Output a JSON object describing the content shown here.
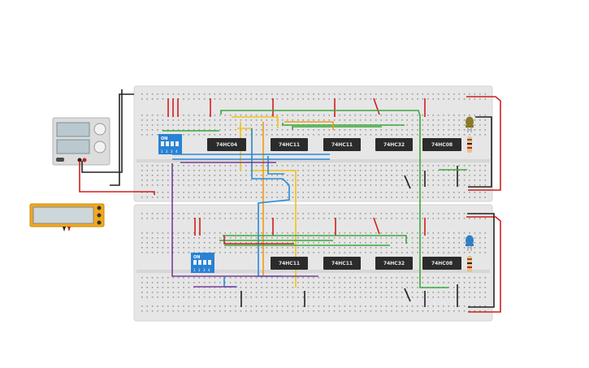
{
  "chips_top": [
    {
      "label": "74HC04"
    },
    {
      "label": "74HC11"
    },
    {
      "label": "74HC11"
    },
    {
      "label": "74HC32"
    },
    {
      "label": "74HC08"
    }
  ],
  "chips_bottom": [
    {
      "label": "74HC11"
    },
    {
      "label": "74HC11"
    },
    {
      "label": "74HC32"
    },
    {
      "label": "74HC08"
    }
  ],
  "dip_switch": {
    "on_label": "ON",
    "positions": [
      "1",
      "2",
      "3",
      "4"
    ]
  },
  "colors": {
    "breadboard": "#e6e6e6",
    "chip": "#2b2b2b",
    "red_wire": "#d21f1f",
    "black_wire": "#222222",
    "green_wire": "#3aa83a",
    "yellow_wire": "#f2c21b",
    "orange_wire": "#f29b18",
    "blue_wire": "#2a8ad8",
    "purple_wire": "#7b3d9c",
    "dip_switch": "#2a82d4",
    "multimeter": "#f2a81d",
    "led_top": "#8a7a2a",
    "led_bottom": "#2f7fc4"
  }
}
